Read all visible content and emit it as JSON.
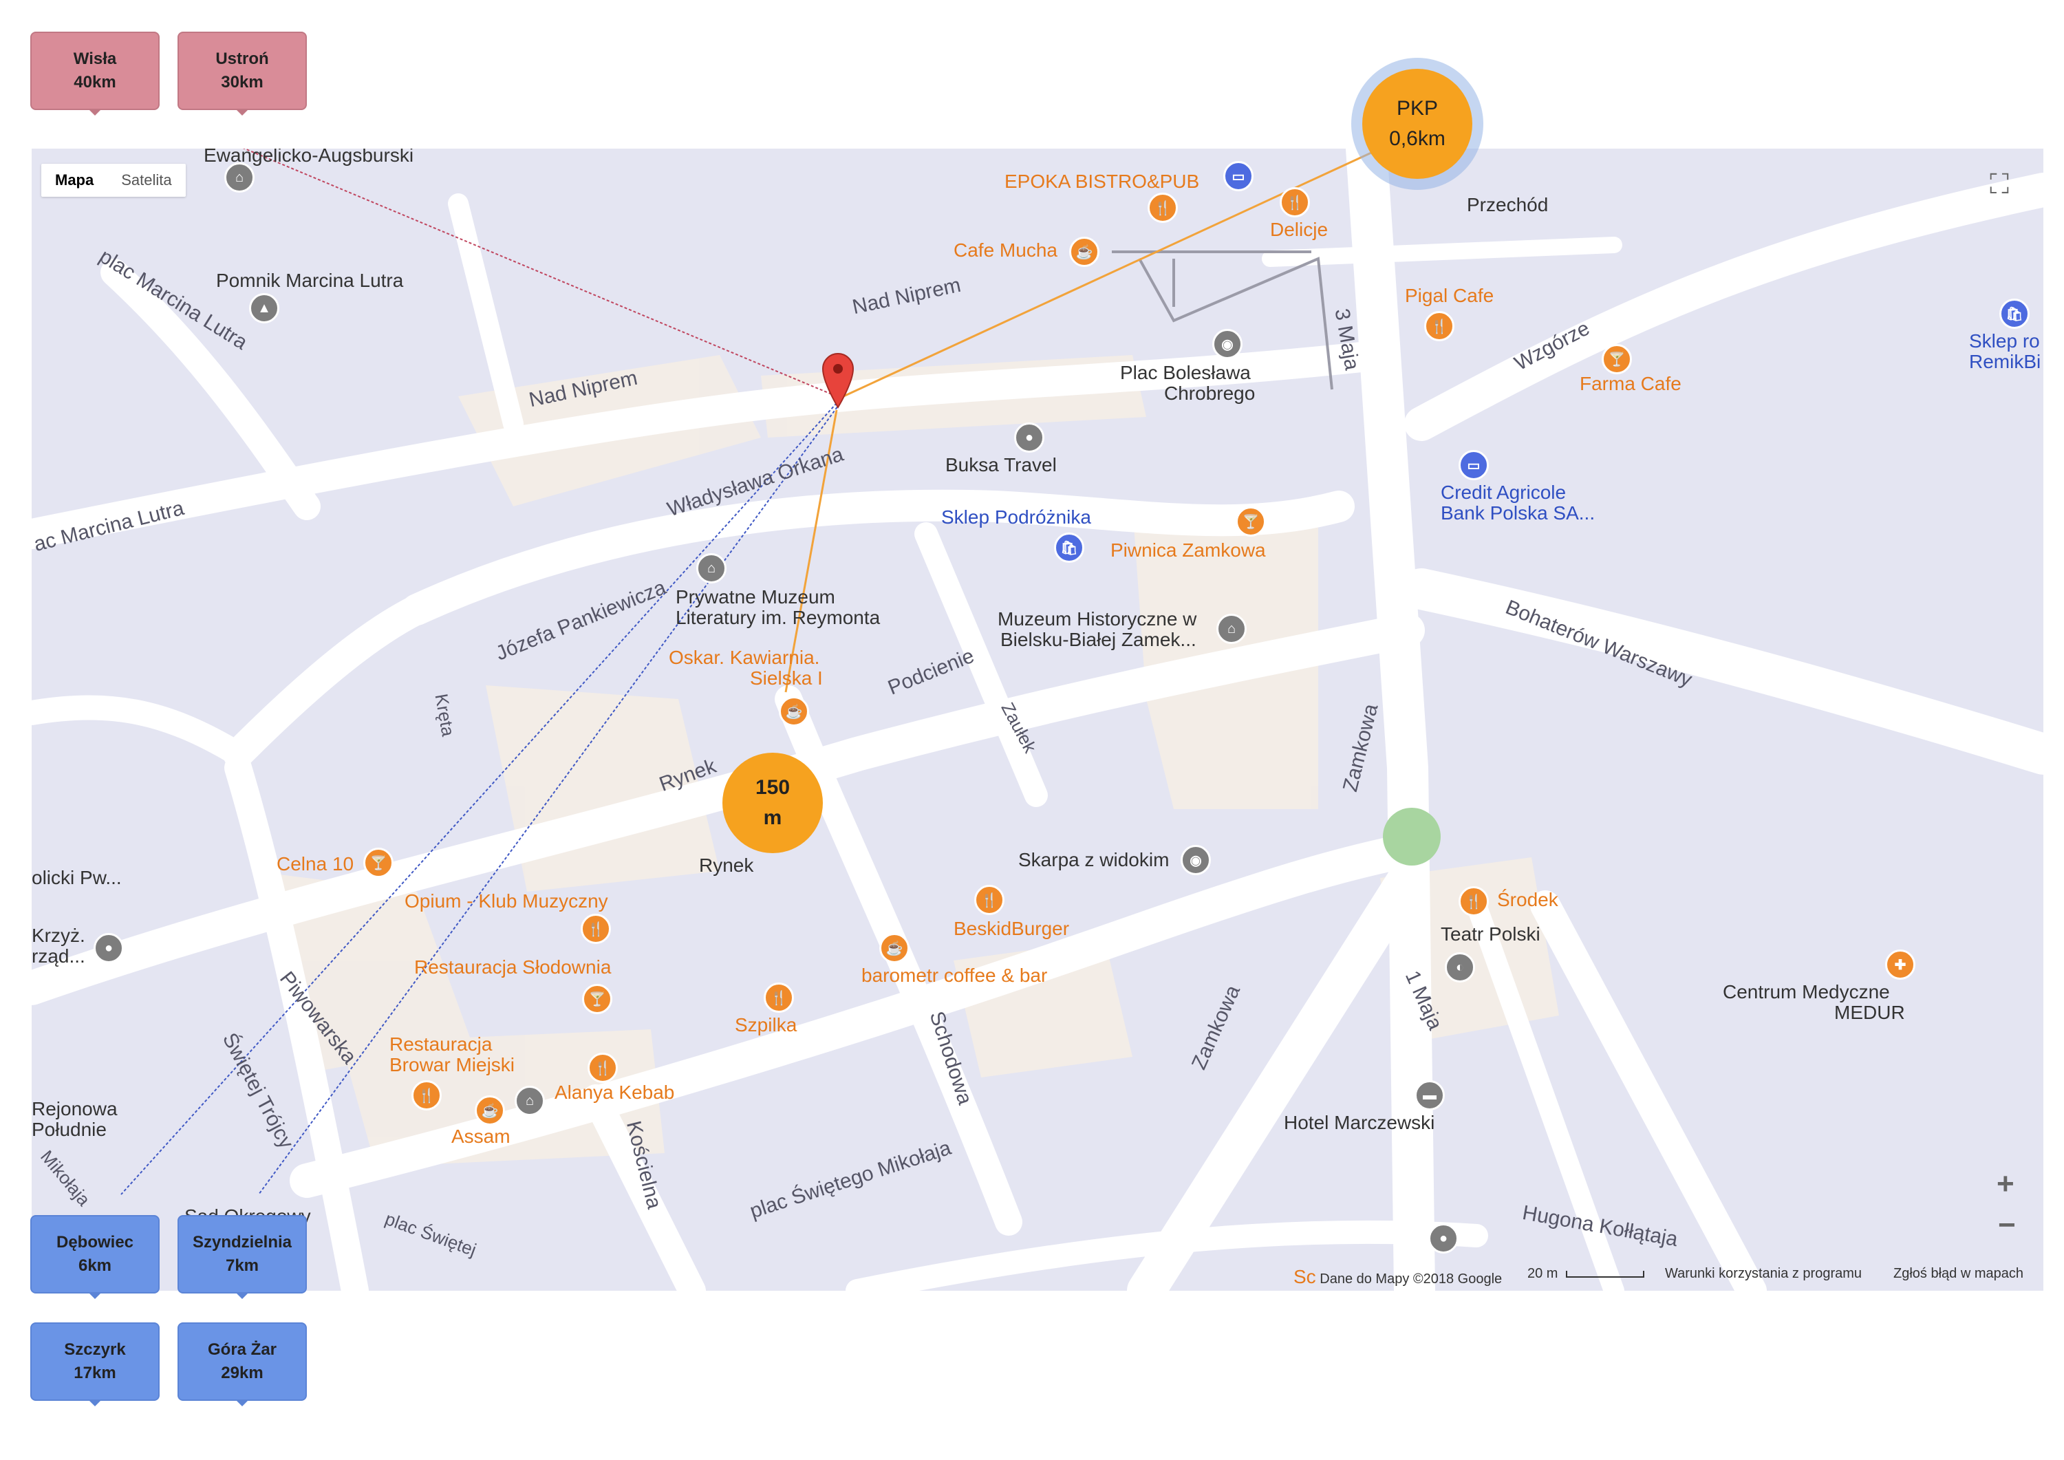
{
  "map_type": {
    "map": "Mapa",
    "satellite": "Satelita"
  },
  "distance_boxes": [
    {
      "name": "Wisła",
      "dist": "40km"
    },
    {
      "name": "Ustroń",
      "dist": "30km"
    },
    {
      "name": "Dębowiec",
      "dist": "6km"
    },
    {
      "name": "Szyndzielnia",
      "dist": "7km"
    },
    {
      "name": "Szczyrk",
      "dist": "17km"
    },
    {
      "name": "Góra Żar",
      "dist": "29km"
    }
  ],
  "circles": {
    "pkp": {
      "line1": "PKP",
      "line2": "0,6km"
    },
    "center": {
      "line1": "150",
      "line2": "m"
    }
  },
  "pois": {
    "epoka": "EPOKA BISTRO&PUB",
    "cafe_mucha": "Cafe Mucha",
    "delicje": "Delicje",
    "plac_boleslawa": "Plac Bolesława",
    "chrobrego": "Chrobrego",
    "pigal": "Pigal Cafe",
    "farma": "Farma Cafe",
    "sklep_ro": "Sklep ro",
    "remikbi": "RemikBi",
    "buksa": "Buksa Travel",
    "credit1": "Credit Agricole",
    "credit2": "Bank Polska SA...",
    "sklep_podroznika": "Sklep Podróżnika",
    "piwnica": "Piwnica Zamkowa",
    "muzeum_lit1": "Prywatne Muzeum",
    "muzeum_lit2": "Literatury im. Reymonta",
    "muzeum_hist1": "Muzeum Historyczne w",
    "muzeum_hist2": "Bielsku-Białej Zamek...",
    "oskar1": "Oskar. Kawiarnia.",
    "oskar2": "Sielska I",
    "celna": "Celna 10",
    "opium": "Opium - Klub Muzyczny",
    "rynek": "Rynek",
    "skarpa": "Skarpa z widokim",
    "beskid": "BeskidBurger",
    "srodek": "Środek",
    "teatr": "Teatr Polski",
    "barometr": "barometr coffee & bar",
    "slodownia": "Restauracja Słodownia",
    "szpilka": "Szpilka",
    "browar1": "Restauracja",
    "browar2": "Browar Miejski",
    "alanya": "Alanya Kebab",
    "assam": "Assam",
    "medur1": "Centrum Medyczne",
    "medur2": "MEDUR",
    "marczewski": "Hotel Marczewski",
    "pomnik": "Pomnik Marcina Lutra",
    "ewang": "Ewangelicko-Augsburski",
    "olicki": "olicki Pw...",
    "krzyz1": "Krzyż.",
    "krzyz2": "rząd...",
    "rejonowa1": "Rejonowa",
    "rejonowa2": "Południe",
    "sad": "Sąd Okręgowy",
    "przechod": "Przechód"
  },
  "streets": {
    "nad_niprem": "Nad Niprem",
    "wl_orkana": "Władysława Orkana",
    "plac_lutra": "plac Marcina Lutra",
    "ac_lutra": "ac Marcina Lutra",
    "pankiewicza": "Józefa Pankiewicza",
    "kreta": "Kręta",
    "podcienie": "Podcienie",
    "rynek_st": "Rynek",
    "zaulek": "Zaułek",
    "trzeciego_maja": "3 Maja",
    "wzgorze": "Wzgórze",
    "bohaterow": "Bohaterów Warszawy",
    "zamkowa": "Zamkowa",
    "pierwszego_maja": "1 Maja",
    "piwowarska": "Piwowarska",
    "swietej_trojcy": "Świętej Trójcy",
    "koscielna": "Kościelna",
    "schodowa": "Schodowa",
    "plac_mikolaja": "plac Świętego Mikołaja",
    "hugona": "Hugona Kołłątaja",
    "mikolaja": "Mikołaja",
    "plac_swietej": "plac Świętej"
  },
  "footer": {
    "sc": "Sc",
    "copyright": "Dane do Mapy ©2018 Google",
    "scale": "20 m",
    "terms": "Warunki korzystania z programu",
    "report": "Zgłoś błąd w mapach"
  },
  "controls": {
    "zoom_in": "+",
    "zoom_out": "−",
    "fullscreen": "⛶"
  },
  "colors": {
    "orange": "#f6a21f",
    "pink": "#d98c98",
    "blue": "#6a94e6",
    "map_bg": "#e4e5f2",
    "road": "#ffffff"
  }
}
